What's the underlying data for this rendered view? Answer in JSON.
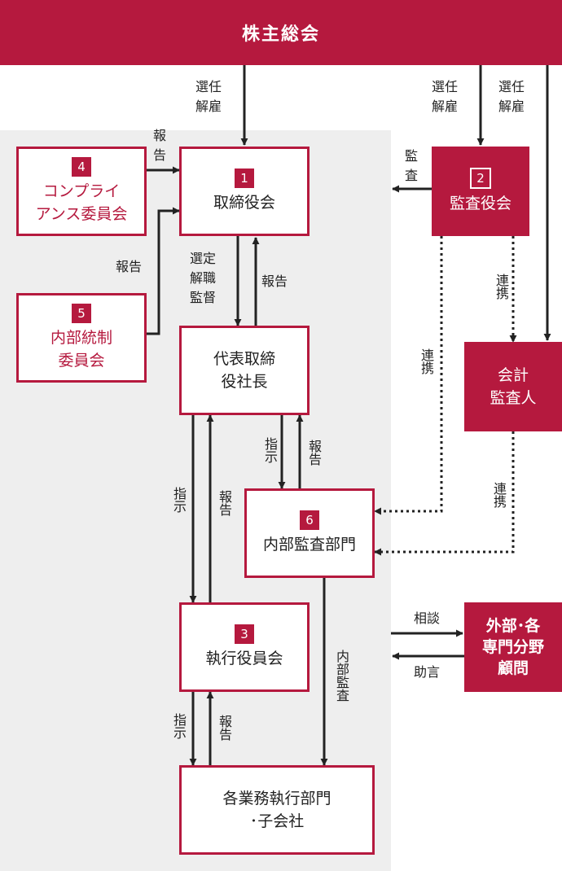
{
  "top_bar": {
    "label": "株主総会"
  },
  "boxes": {
    "torishimariyakukai": {
      "number": "1",
      "label": "取締役会"
    },
    "kansayakukai": {
      "number": "2",
      "label": "監査役会"
    },
    "shikkou": {
      "number": "3",
      "label": "執行役員会"
    },
    "compliance": {
      "number": "4",
      "line1": "コンプライ",
      "line2": "アンス委員会"
    },
    "naibutousei": {
      "number": "5",
      "line1": "内部統制",
      "line2": "委員会"
    },
    "naibukansa": {
      "number": "6",
      "label": "内部監査部門"
    },
    "president": {
      "line1": "代表取締",
      "line2": "役社長"
    },
    "kaikei": {
      "line1": "会計",
      "line2": "監査人"
    },
    "gaibu": {
      "line1": "外部･各",
      "line2": "専門分野",
      "line3": "顧問"
    },
    "kakugyomu": {
      "line1": "各業務執行部門",
      "line2": "･子会社"
    }
  },
  "labels": {
    "senin_1": "選任\n解雇",
    "senin_2": "選任\n解雇",
    "senin_3": "選任\n解雇",
    "houkoku_compliance": "報\n告",
    "houkoku_naibutousei": "報告",
    "kansa": "監\n査",
    "sentei": "選定\n解職\n監督",
    "houkoku_president": "報告",
    "renkei_1": "連携",
    "renkei_2": "連携",
    "renkei_3": "連携",
    "shiji_naibukansa": "指示",
    "houkoku_naibukansa": "報告",
    "shiji_shikkou": "指示",
    "houkoku_shikkou": "報告",
    "naibukansa_arrow": "内部監査",
    "soudan": "相談",
    "jogen": "助言",
    "shiji_kakugyomu": "指示",
    "houkoku_kakugyomu": "報告"
  },
  "colors": {
    "accent": "#b5193e",
    "panel": "#eeeeee",
    "line": "#222222"
  }
}
